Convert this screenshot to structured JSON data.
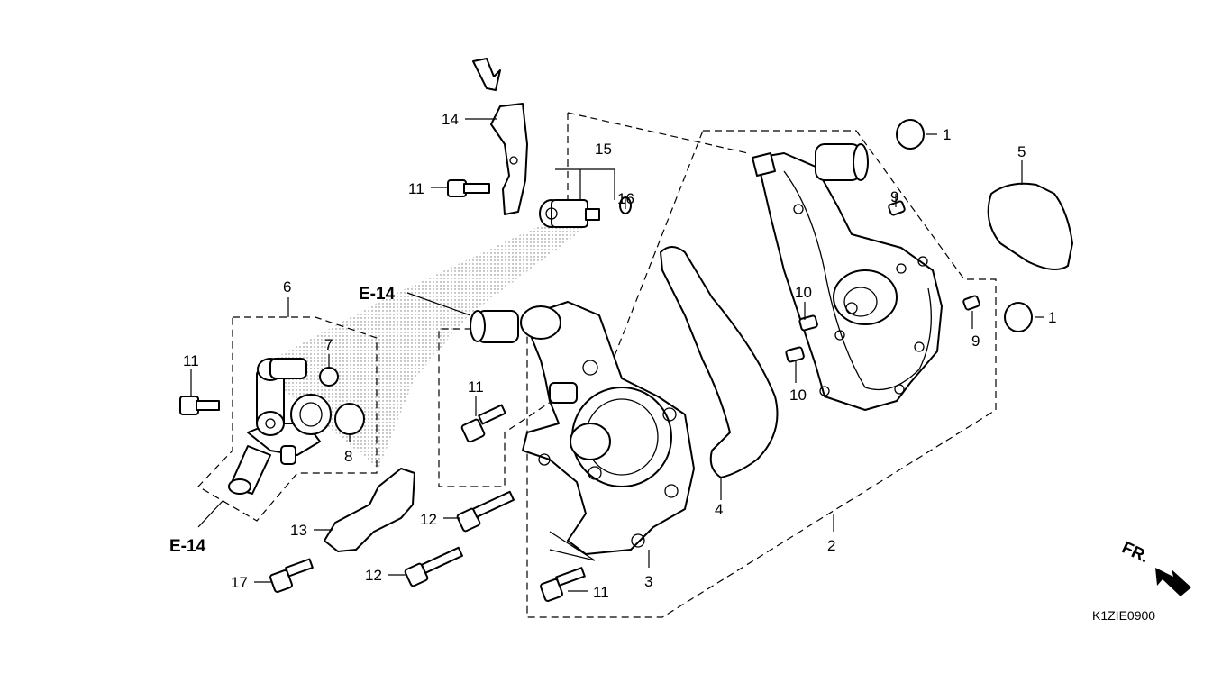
{
  "diagram": {
    "reference_code": "K1ZIE0900",
    "front_indicator": "FR.",
    "cross_refs": [
      "E-14",
      "E-14"
    ],
    "callouts": [
      {
        "id": "c1a",
        "text": "1"
      },
      {
        "id": "c1b",
        "text": "1"
      },
      {
        "id": "c2",
        "text": "2"
      },
      {
        "id": "c3",
        "text": "3"
      },
      {
        "id": "c4",
        "text": "4"
      },
      {
        "id": "c5",
        "text": "5"
      },
      {
        "id": "c6",
        "text": "6"
      },
      {
        "id": "c7",
        "text": "7"
      },
      {
        "id": "c8",
        "text": "8"
      },
      {
        "id": "c9a",
        "text": "9"
      },
      {
        "id": "c9b",
        "text": "9"
      },
      {
        "id": "c10a",
        "text": "10"
      },
      {
        "id": "c10b",
        "text": "10"
      },
      {
        "id": "c11a",
        "text": "11"
      },
      {
        "id": "c11b",
        "text": "11"
      },
      {
        "id": "c11c",
        "text": "11"
      },
      {
        "id": "c11d",
        "text": "11"
      },
      {
        "id": "c12a",
        "text": "12"
      },
      {
        "id": "c12b",
        "text": "12"
      },
      {
        "id": "c13",
        "text": "13"
      },
      {
        "id": "c14",
        "text": "14"
      },
      {
        "id": "c15",
        "text": "15"
      },
      {
        "id": "c16",
        "text": "16"
      },
      {
        "id": "c17",
        "text": "17"
      }
    ]
  }
}
